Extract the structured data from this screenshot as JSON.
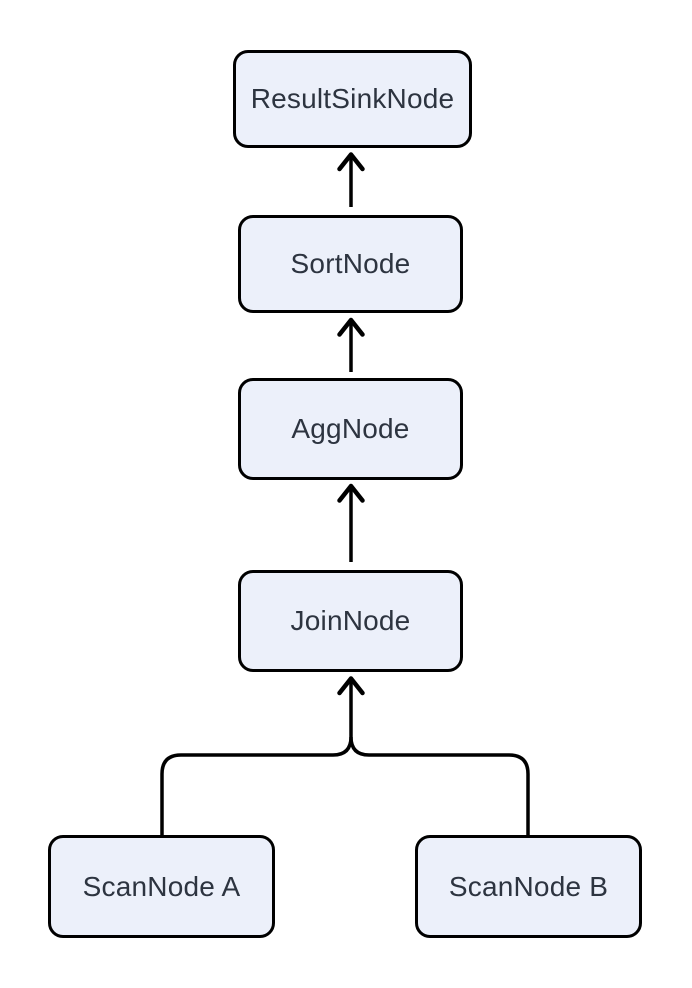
{
  "diagram": {
    "type": "flowchart-tree",
    "nodes": [
      {
        "id": "resultsink",
        "label": "ResultSinkNode"
      },
      {
        "id": "sort",
        "label": "SortNode"
      },
      {
        "id": "agg",
        "label": "AggNode"
      },
      {
        "id": "join",
        "label": "JoinNode"
      },
      {
        "id": "scan_a",
        "label": "ScanNode A"
      },
      {
        "id": "scan_b",
        "label": "ScanNode B"
      }
    ],
    "edges": [
      {
        "from": "SortNode",
        "to": "ResultSinkNode",
        "direction": "up"
      },
      {
        "from": "AggNode",
        "to": "SortNode",
        "direction": "up"
      },
      {
        "from": "JoinNode",
        "to": "AggNode",
        "direction": "up"
      },
      {
        "from": "ScanNode A",
        "to": "JoinNode",
        "direction": "up"
      },
      {
        "from": "ScanNode B",
        "to": "JoinNode",
        "direction": "up"
      }
    ],
    "colors": {
      "background": "#FFFFFF",
      "node_fill": "#ECF0FA",
      "node_border": "#000000",
      "edge_stroke": "#000000",
      "text": "#2D3440"
    }
  }
}
